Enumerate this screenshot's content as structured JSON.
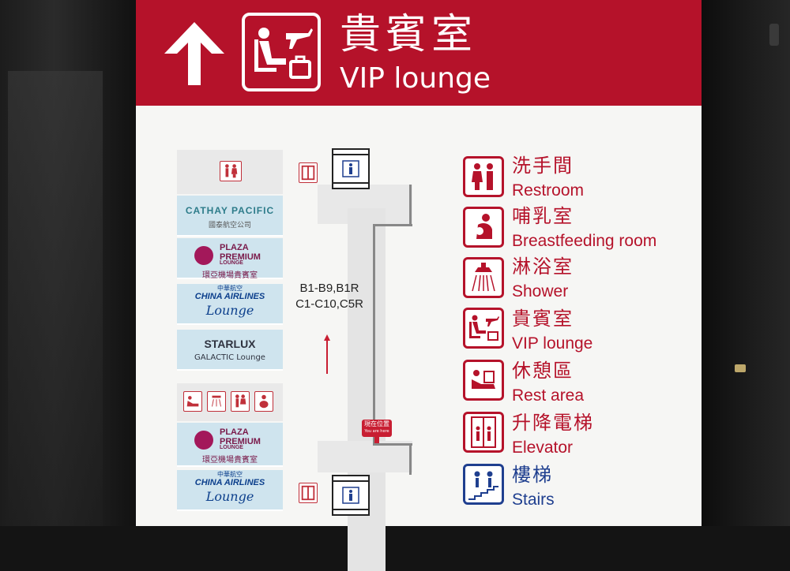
{
  "header": {
    "title_zh": "貴賓室",
    "title_en": "VIP lounge",
    "arrow_icon": "up-arrow-icon",
    "lounge_icon": "vip-lounge-icon"
  },
  "map": {
    "gates_line1": "B1-B9,B1R",
    "gates_line2": "C1-C10,C5R",
    "you_are_here_zh": "現在位置",
    "you_are_here_en": "You are here",
    "lounges": [
      {
        "line1": "CATHAY PACIFIC",
        "line2": "國泰航空公司"
      },
      {
        "line1": "PLAZA PREMIUM",
        "line1b": "LOUNGE",
        "line2": "環亞機場貴賓室"
      },
      {
        "line0": "中華航空",
        "line1": "CHINA AIRLINES",
        "line2": "Lounge"
      },
      {
        "line1": "STARLUX",
        "line2": "GALACTIC Lounge"
      },
      {
        "line1": "PLAZA PREMIUM",
        "line1b": "LOUNGE",
        "line2": "環亞機場貴賓室"
      },
      {
        "line0": "中華航空",
        "line1": "CHINA AIRLINES",
        "line2": "Lounge"
      }
    ]
  },
  "legend": [
    {
      "zh": "洗手間",
      "en": "Restroom",
      "icon": "restroom-icon"
    },
    {
      "zh": "哺乳室",
      "en": "Breastfeeding room",
      "icon": "breastfeeding-icon"
    },
    {
      "zh": "淋浴室",
      "en": "Shower",
      "icon": "shower-icon"
    },
    {
      "zh": "貴賓室",
      "en": "VIP lounge",
      "icon": "vip-lounge-icon"
    },
    {
      "zh": "休憩區",
      "en": "Rest area",
      "icon": "rest-area-icon"
    },
    {
      "zh": "升降電梯",
      "en": "Elevator",
      "icon": "elevator-icon"
    },
    {
      "zh": "樓梯",
      "en": "Stairs",
      "icon": "stairs-icon"
    }
  ],
  "colors": {
    "brand_red": "#b5122a",
    "stairs_blue": "#1f3f8f",
    "sign_bg": "#f6f6f4"
  }
}
